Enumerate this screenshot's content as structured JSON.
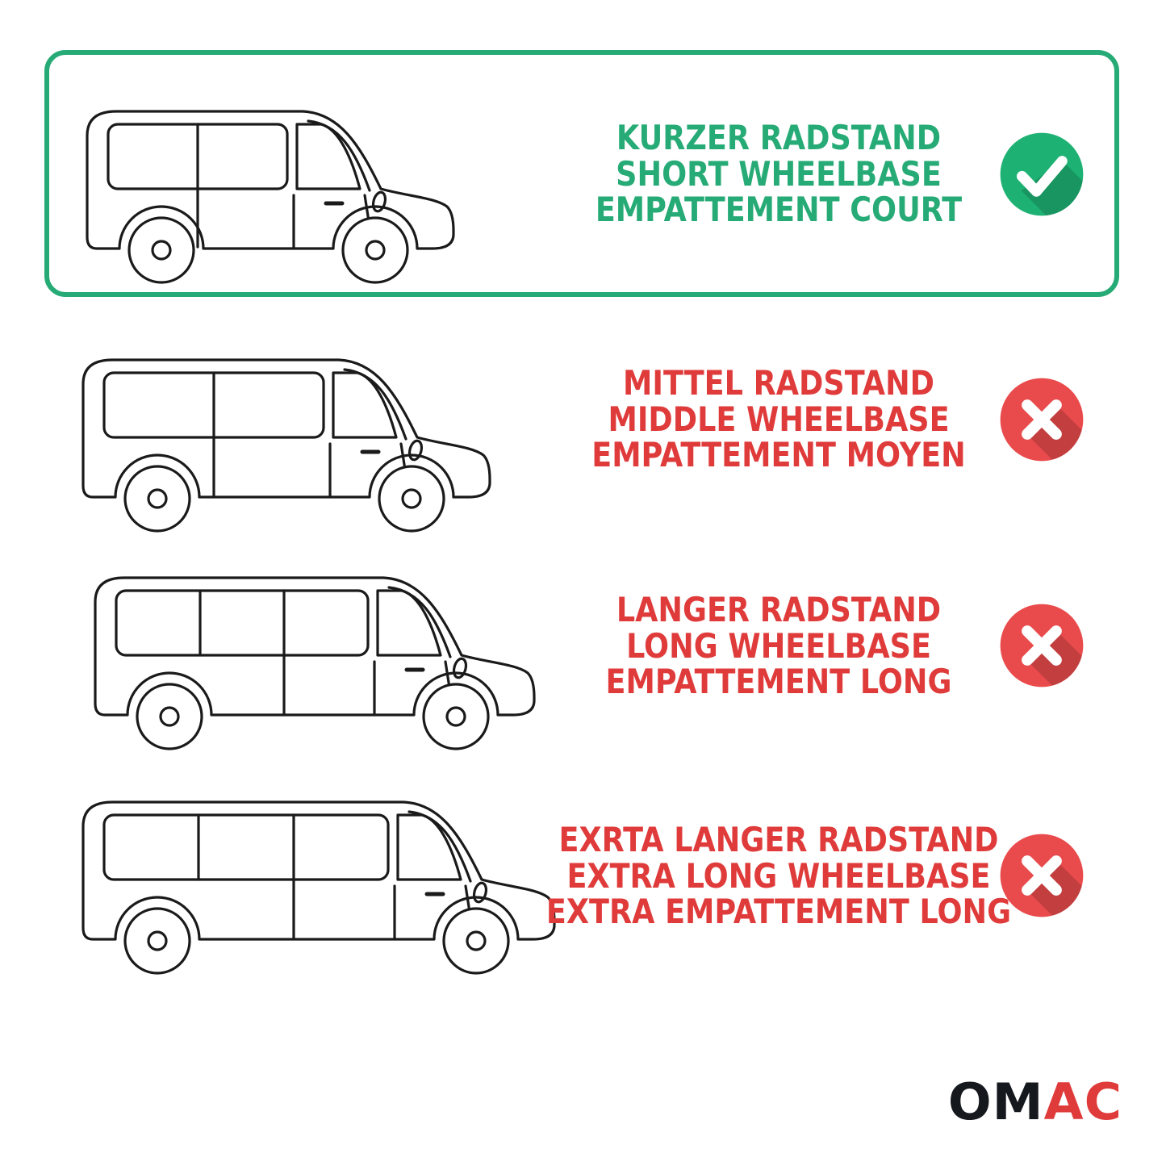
{
  "rows": [
    {
      "id": "short-wheelbase",
      "selected": true,
      "status": "check",
      "lines": [
        "KURZER RADSTAND",
        "SHORT WHEELBASE",
        "EMPATTEMENT COURT"
      ]
    },
    {
      "id": "middle-wheelbase",
      "selected": false,
      "status": "cross",
      "lines": [
        "MITTEL RADSTAND",
        "MIDDLE WHEELBASE",
        "EMPATTEMENT MOYEN"
      ]
    },
    {
      "id": "long-wheelbase",
      "selected": false,
      "status": "cross",
      "lines": [
        "LANGER RADSTAND",
        "LONG WHEELBASE",
        "EMPATTEMENT LONG"
      ]
    },
    {
      "id": "extra-long-wheelbase",
      "selected": false,
      "status": "cross",
      "lines": [
        "EXRTA LANGER RADSTAND",
        "EXTRA LONG WHEELBASE",
        "EXTRA EMPATTEMENT LONG"
      ]
    }
  ],
  "icons": {
    "selected": "check-icon",
    "rejected": "cross-icon"
  },
  "colors": {
    "text_green": "#27AB76",
    "text_red": "#E03B3B",
    "circle_green": "#1DB273",
    "circle_red": "#E94B4C",
    "box_green": "#27AB76",
    "line": "#1A1A1A",
    "background": "#FFFFFF",
    "logo_dark": "#15181D",
    "logo_red": "#E03B3B"
  },
  "logo": {
    "black": "OM",
    "red": "AC"
  }
}
